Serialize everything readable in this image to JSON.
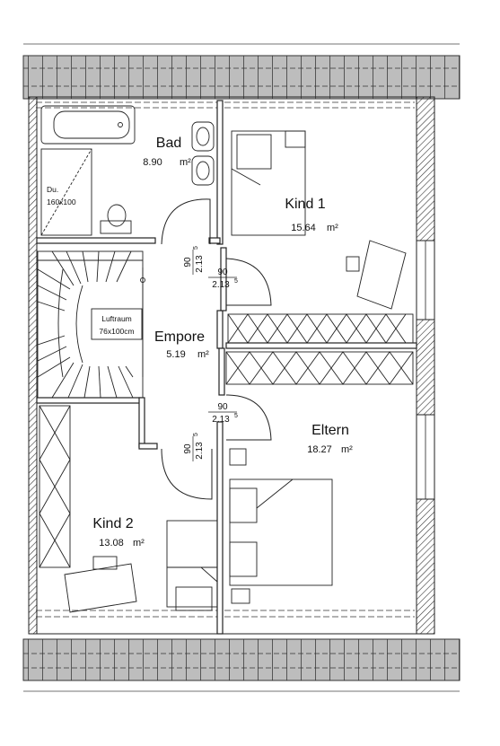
{
  "rooms": {
    "bad": {
      "name": "Bad",
      "area": "8.90",
      "unit": "m²"
    },
    "kind1": {
      "name": "Kind 1",
      "area": "15.64",
      "unit": "m²"
    },
    "empore": {
      "name": "Empore",
      "area": "5.19",
      "unit": "m²"
    },
    "eltern": {
      "name": "Eltern",
      "area": "18.27",
      "unit": "m²"
    },
    "kind2": {
      "name": "Kind 2",
      "area": "13.08",
      "unit": "m²"
    }
  },
  "labels": {
    "shower_name": "Du.",
    "shower_size": "160x100",
    "void_name": "Luftraum",
    "void_size": "76x100cm"
  },
  "doors": {
    "width": "90",
    "height": "2.13",
    "height_sup": "5"
  }
}
